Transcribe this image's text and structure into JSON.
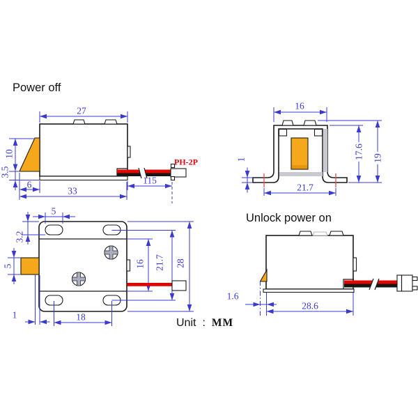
{
  "title_block": {
    "unit_label": "Unit",
    "unit_separator": ":",
    "unit_value": "MM"
  },
  "colors": {
    "dim_blue": "#3a3ad2",
    "line_black": "#1a1a1a",
    "bolt_orange": "#f5a81c",
    "bolt_orange_dark": "#e8940e",
    "wire_red": "#e10600",
    "wire_black": "#161616",
    "label_red": "#e8000d",
    "shade_gray": "#c9c9d2",
    "screw_gray": "#a9aec0",
    "centerline_red": "#e05252"
  },
  "views": {
    "power_off": {
      "title": "Power off",
      "connector_label": "PH-2P",
      "dims": {
        "body_width": "27",
        "overall_length": "33",
        "bolt_height": "10",
        "bolt_lower": "3.5",
        "bolt_extend": "6",
        "cable_length": "115"
      }
    },
    "end_view": {
      "dims": {
        "top_width": "16",
        "height_body": "17.6",
        "height_total": "19",
        "foot_span": "21.7",
        "foot_thick": "1"
      }
    },
    "top_view": {
      "dims": {
        "slot_length": "5",
        "slot_inset": "3.2",
        "bolt_width": "5",
        "bolt_clear": "1",
        "hole_pitch": "18",
        "flange_gap": "16",
        "hole_span": "21.7",
        "body_depth": "28"
      }
    },
    "unlock": {
      "title": "Unlock power on",
      "dims": {
        "retract": "1.6",
        "body_length": "28.6"
      }
    }
  }
}
